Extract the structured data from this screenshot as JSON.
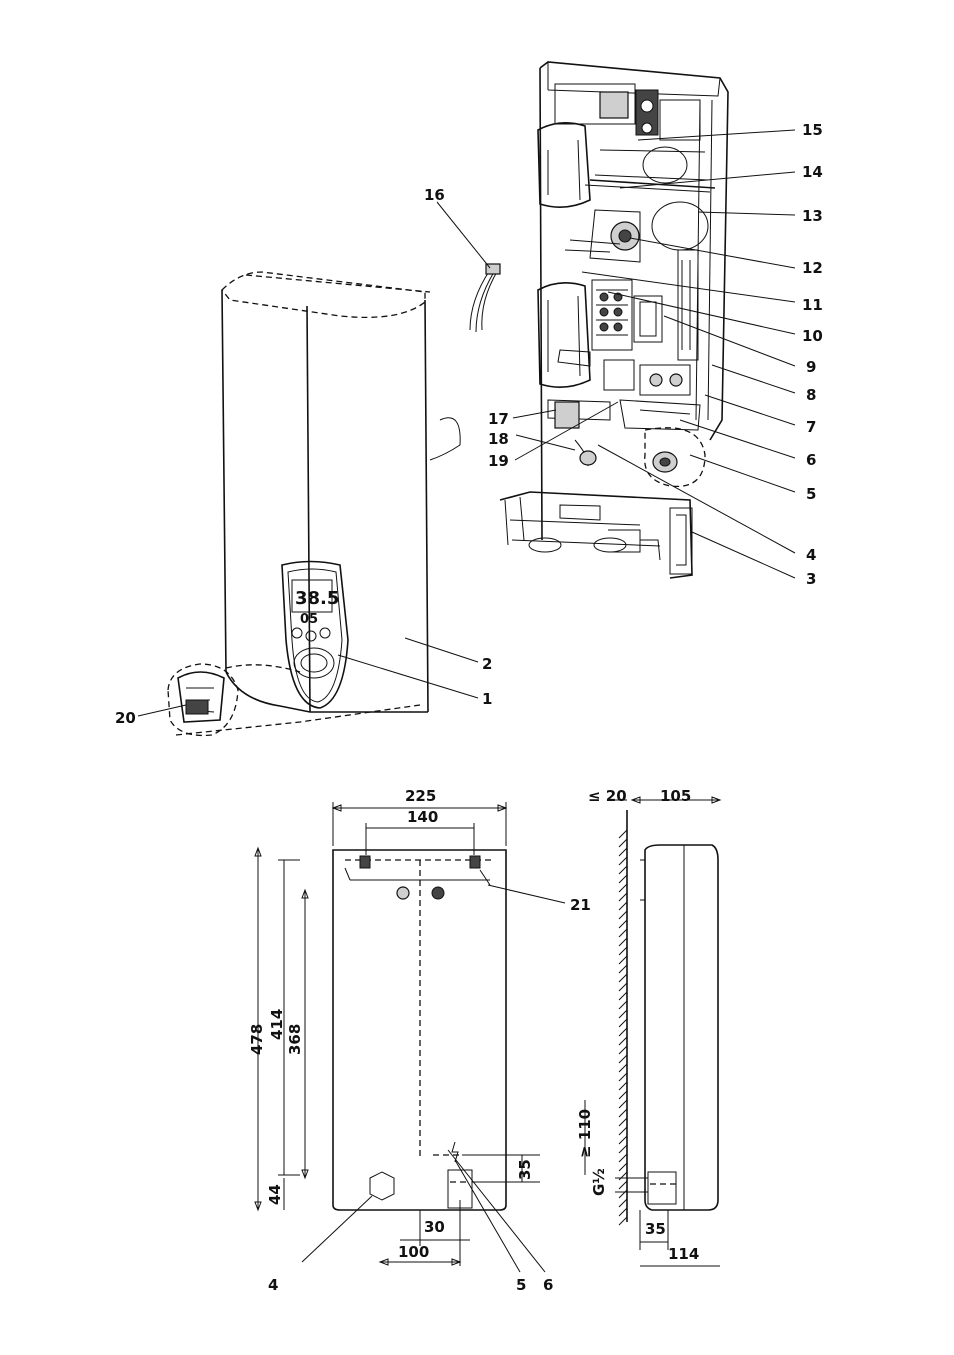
{
  "callouts": {
    "c1": "1",
    "c2": "2",
    "c3": "3",
    "c4": "4",
    "c5": "5",
    "c6": "6",
    "c7": "7",
    "c8": "8",
    "c9": "9",
    "c10": "10",
    "c11": "11",
    "c12": "12",
    "c13": "13",
    "c14": "14",
    "c15": "15",
    "c16": "16",
    "c17": "17",
    "c18": "18",
    "c19": "19",
    "c20": "20",
    "c21": "21",
    "b4": "4",
    "b5": "5",
    "b6": "6"
  },
  "dimensions": {
    "width_225": "225",
    "spacing_140": "140",
    "height_478": "478",
    "height_414": "414",
    "height_368": "368",
    "bottom_44": "44",
    "offset_30": "30",
    "offset_100": "100",
    "pipe_35": "35",
    "wall_gap": "≤ 20",
    "depth_105": "105",
    "min_110": "≥ 110",
    "thread": "G½",
    "side_35": "35",
    "side_114": "114"
  },
  "display": {
    "temperature": "38.5",
    "secondary": "05"
  }
}
